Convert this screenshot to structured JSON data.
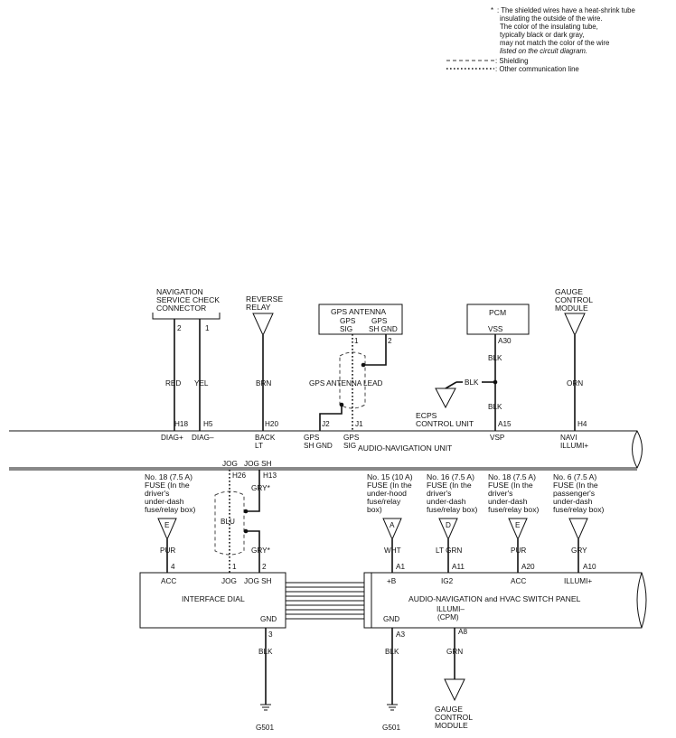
{
  "legend": {
    "asterisk": "*",
    "shield_note_lines": [
      ": The shielded wires have a heat-shrink tube",
      "insulating the outside of the wire.",
      "The color of the insulating tube,",
      "typically black or dark gray,",
      "may not match the color of the wire"
    ],
    "shield_note_italic": "listed on the circuit diagram.",
    "shielding_label": ": Shielding",
    "comm_label": ": Other communication line"
  },
  "top_components": {
    "nav_check_connector": [
      "NAVIGATION",
      "SERVICE CHECK",
      "CONNECTOR"
    ],
    "reverse_relay": [
      "REVERSE",
      "RELAY"
    ],
    "gps_antenna": {
      "title": "GPS ANTENNA",
      "pin1": [
        "GPS",
        "SIG"
      ],
      "pin2": [
        "GPS",
        "SH GND"
      ]
    },
    "gps_antenna_lead": "GPS ANTENNA LEAD",
    "pcm": {
      "title": "PCM",
      "pin": "VSS"
    },
    "ecps": [
      "ECPS",
      "CONTROL UNIT"
    ],
    "gauge_module_top": [
      "GAUGE",
      "CONTROL",
      "MODULE"
    ]
  },
  "top_wires": {
    "nav_pin2": "2",
    "nav_pin1": "1",
    "red": "RED",
    "yel": "YEL",
    "brn": "BRN",
    "orn": "ORN",
    "blk": "BLK",
    "blk_ecps": "BLK",
    "blk_lower": "BLK",
    "gps_p1": "1",
    "gps_p2": "2",
    "a30": "A30"
  },
  "audio_unit": {
    "name": "AUDIO-NAVIGATION UNIT",
    "top_pins": [
      "H18",
      "H5",
      "H20",
      "J2",
      "J1",
      "A15",
      "H4"
    ],
    "top_labels": {
      "diag_plus": "DIAG+",
      "diag_minus": "DIAG–",
      "back_lt": [
        "BACK",
        "LT"
      ],
      "gps_sh_gnd": [
        "GPS",
        "SH GND"
      ],
      "gps_sig": [
        "GPS",
        "SIG"
      ],
      "vsp": "VSP",
      "navi_illumi": [
        "NAVI",
        "ILLUMI+"
      ]
    },
    "bottom_labels": {
      "jog": "JOG",
      "jog_sh": "JOG SH"
    },
    "bottom_pins": [
      "H26",
      "H13"
    ]
  },
  "fuses": [
    [
      "No. 18 (7.5 A)",
      "FUSE (In the",
      "driver's",
      "under-dash",
      "fuse/relay box)"
    ],
    [
      "No. 15 (10 A)",
      "FUSE (In the",
      "under-hood",
      "fuse/relay",
      "box)"
    ],
    [
      "No. 16 (7.5 A)",
      "FUSE (In the",
      "driver's",
      "under-dash",
      "fuse/relay box)"
    ],
    [
      "No. 18 (7.5 A)",
      "FUSE (In the",
      "driver's",
      "under-dash",
      "fuse/relay box)"
    ],
    [
      "No. 6 (7.5 A)",
      "FUSE (In the",
      "passenger's",
      "under-dash",
      "fuse/relay box)"
    ]
  ],
  "fuse_letters": [
    "E",
    "A",
    "D",
    "E"
  ],
  "mid_wires": {
    "gry_star_1": "GRY*",
    "gry_star_2": "GRY*",
    "blu": "BLU",
    "pur1": "PUR",
    "wht": "WHT",
    "ltgrn": "LT GRN",
    "pur2": "PUR",
    "gry": "GRY",
    "pin4": "4",
    "pin1": "1",
    "pin2": "2",
    "a1": "A1",
    "a11": "A11",
    "a20": "A20",
    "a10": "A10"
  },
  "interface_dial": {
    "name": "INTERFACE DIAL",
    "pins": {
      "acc": "ACC",
      "jog": "JOG",
      "jog_sh": "JOG SH",
      "gnd": "GND"
    }
  },
  "switch_panel": {
    "name": "AUDIO-NAVIGATION and HVAC SWITCH PANEL",
    "pins": {
      "b_plus": "+B",
      "ig2": "IG2",
      "acc": "ACC",
      "illumi_plus": "ILLUMI+",
      "gnd": "GND"
    },
    "illumi_minus": [
      "ILLUMI–",
      "(CPM)"
    ]
  },
  "bottom": {
    "pin3": "3",
    "blk1": "BLK",
    "g501_1": "G501",
    "a3": "A3",
    "blk2": "BLK",
    "g501_2": "G501",
    "a8": "A8",
    "grn": "GRN",
    "gauge_module": [
      "GAUGE",
      "CONTROL",
      "MODULE"
    ]
  }
}
